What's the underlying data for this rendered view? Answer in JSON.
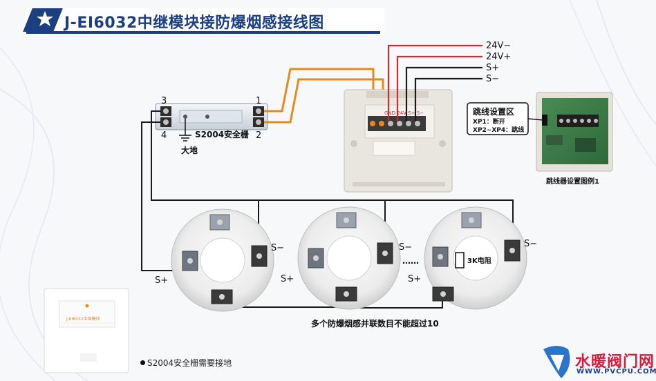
{
  "header": {
    "title": "J-EI6032中继模块接防爆烟感接线图"
  },
  "barrier": {
    "name": "S2004安全栅",
    "terminal_top_left": "3",
    "terminal_bottom_left": "4",
    "terminal_top_right": "1",
    "terminal_bottom_right": "2",
    "ground_label": "大地"
  },
  "bus_labels": {
    "v_minus": "24V−",
    "v_plus": "24V+",
    "s_plus": "S+",
    "s_minus": "S−"
  },
  "module_terminals": "GND 24V S+ S−",
  "jumper": {
    "title": "跳线设置区",
    "xp1": "XP1：断开",
    "xp2": "XP2~XP4：跳线",
    "caption": "跳线器设置图例1"
  },
  "detectors": {
    "base1_s_minus": "S−",
    "base1_s_plus": "S+",
    "base2_s_minus": "S−",
    "base2_s_plus": "S+",
    "base3_s_minus": "S−",
    "base3_s_plus": "S+",
    "ellipsis": "……",
    "resistor": "3K电阻",
    "caption": "多个防爆烟感并联数目不能超过10"
  },
  "module_small": {
    "label": "J-EI6032中继模块"
  },
  "note": "S2004安全栅需要接地",
  "watermark": {
    "name": "水暖阀门网",
    "url": "WWW.PVCPU.COM"
  },
  "colors": {
    "brand_blue": "#1c3f82",
    "wire_orange": "#e88a1a",
    "wire_red": "#d9252b",
    "wire_black": "#1a1a1a",
    "watermark_red": "#d81b3c"
  }
}
